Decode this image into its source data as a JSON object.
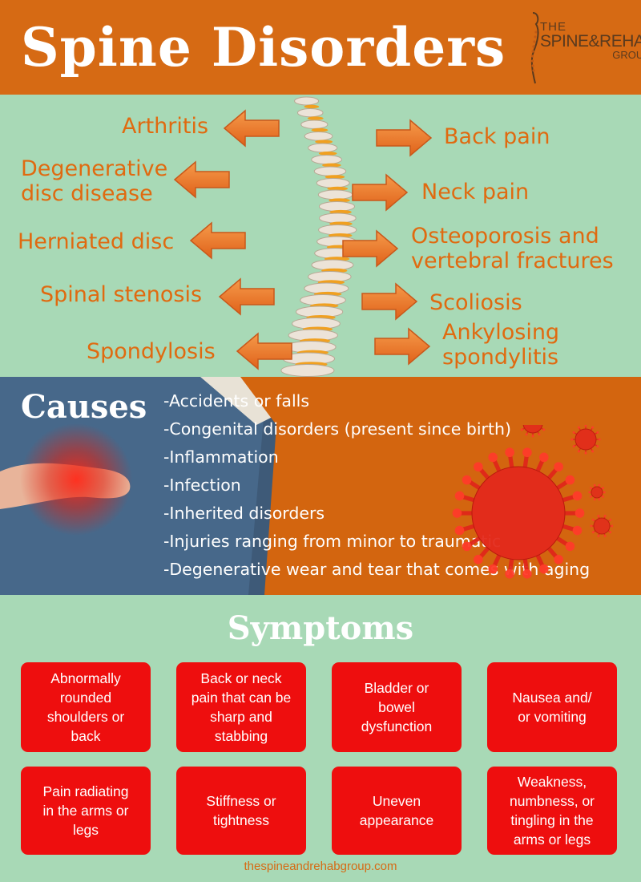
{
  "header": {
    "title": "Spine Disorders",
    "logo": {
      "the": "THE",
      "main": "SPINE&REHAB",
      "group": "GROUP"
    }
  },
  "disorders": {
    "left": [
      {
        "lines": [
          "Arthritis"
        ]
      },
      {
        "lines": [
          "Degenerative",
          "disc disease"
        ]
      },
      {
        "lines": [
          "Herniated disc"
        ]
      },
      {
        "lines": [
          "Spinal stenosis"
        ]
      },
      {
        "lines": [
          "Spondylosis"
        ]
      }
    ],
    "right": [
      {
        "lines": [
          "Back pain"
        ]
      },
      {
        "lines": [
          "Neck pain"
        ]
      },
      {
        "lines": [
          "Osteoporosis and",
          "vertebral fractures"
        ]
      },
      {
        "lines": [
          "Scoliosis"
        ]
      },
      {
        "lines": [
          "Ankylosing",
          "spondylitis"
        ]
      }
    ]
  },
  "causes": {
    "title": "Causes",
    "items": [
      "-Accidents or falls",
      "-Congenital disorders (present since birth)",
      "-Inflammation",
      "-Infection",
      "-Inherited disorders",
      "-Injuries ranging from minor to traumatic",
      "-Degenerative wear and tear that comes with aging"
    ]
  },
  "symptoms": {
    "title": "Symptoms",
    "cards": [
      [
        "Abnormally",
        "rounded",
        "shoulders or",
        "back"
      ],
      [
        "Back or neck",
        "pain that can be",
        "sharp and",
        "stabbing"
      ],
      [
        "Bladder or",
        "bowel",
        "dysfunction"
      ],
      [
        "Nausea and/",
        "or vomiting"
      ],
      [
        "Pain radiating",
        "in the arms or",
        "legs"
      ],
      [
        "Stiffness or",
        "tightness"
      ],
      [
        "Uneven",
        "appearance"
      ],
      [
        "Weakness,",
        "numbness, or",
        "tingling in the",
        "arms or legs"
      ]
    ]
  },
  "footer": {
    "url": "thespineandrehabgroup.com"
  },
  "colors": {
    "header_bg": "#d66a14",
    "mint_bg": "#a8d9b6",
    "label_orange": "#e06a10",
    "card_red": "#ee0e0e"
  }
}
